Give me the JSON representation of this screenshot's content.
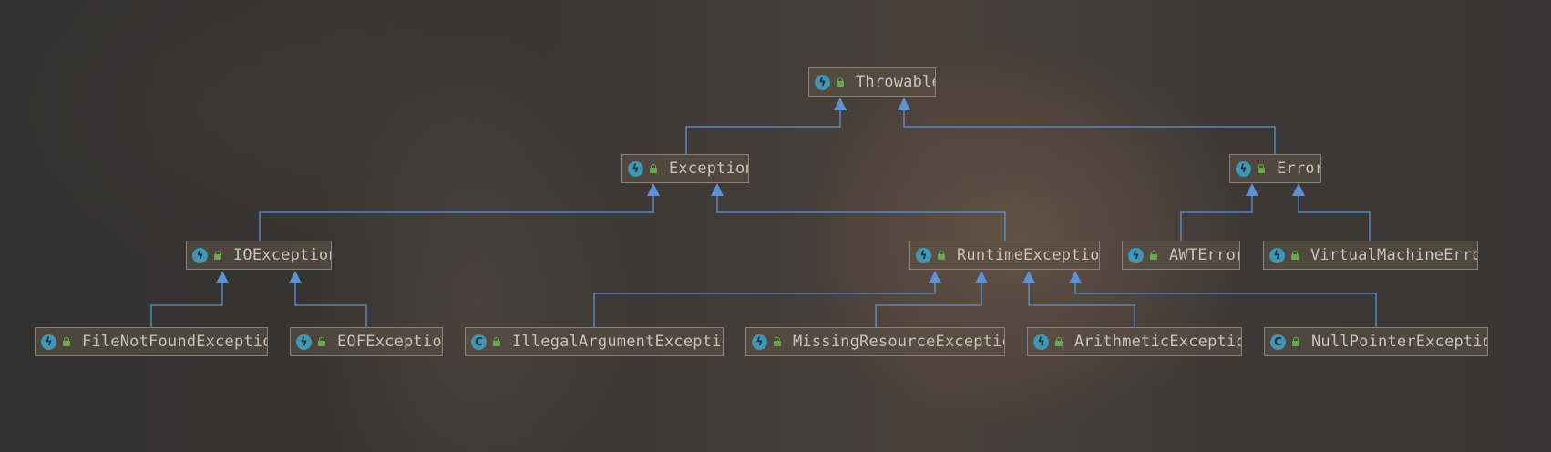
{
  "diagram": {
    "nodes": [
      {
        "id": "throwable",
        "label": "Throwable",
        "icon": "exception-class-icon",
        "glyph": "ϟ"
      },
      {
        "id": "exception",
        "label": "Exception",
        "icon": "exception-class-icon",
        "glyph": "ϟ"
      },
      {
        "id": "error",
        "label": "Error",
        "icon": "exception-class-icon",
        "glyph": "ϟ"
      },
      {
        "id": "ioexception",
        "label": "IOException",
        "icon": "exception-class-icon",
        "glyph": "ϟ"
      },
      {
        "id": "runtimeexception",
        "label": "RuntimeExceptior",
        "icon": "exception-class-icon",
        "glyph": "ϟ"
      },
      {
        "id": "awterror",
        "label": "AWTError",
        "icon": "exception-class-icon",
        "glyph": "ϟ"
      },
      {
        "id": "virtualmachineerror",
        "label": "VirtualMachineError",
        "icon": "abstract-exception-class-icon",
        "glyph": "ϟ"
      },
      {
        "id": "filenotfoundexception",
        "label": "FileNotFoundExceptior",
        "icon": "exception-class-icon",
        "glyph": "ϟ"
      },
      {
        "id": "eofexception",
        "label": "EOFExceptior",
        "icon": "exception-class-icon",
        "glyph": "ϟ"
      },
      {
        "id": "illegalargumentexception",
        "label": "IllegalArgumentExceptior",
        "icon": "class-icon",
        "glyph": "C"
      },
      {
        "id": "missingresourceexception",
        "label": "MissingResourceExceptior",
        "icon": "exception-class-icon",
        "glyph": "ϟ"
      },
      {
        "id": "arithmeticexception",
        "label": "ArithmeticExceptior",
        "icon": "exception-class-icon",
        "glyph": "ϟ"
      },
      {
        "id": "nullpointerexception",
        "label": "NullPointerExceptior",
        "icon": "class-icon",
        "glyph": "C"
      }
    ],
    "edges": [
      {
        "from": "exception",
        "to": "throwable"
      },
      {
        "from": "error",
        "to": "throwable"
      },
      {
        "from": "ioexception",
        "to": "exception"
      },
      {
        "from": "runtimeexception",
        "to": "exception"
      },
      {
        "from": "awterror",
        "to": "error"
      },
      {
        "from": "virtualmachineerror",
        "to": "error"
      },
      {
        "from": "filenotfoundexception",
        "to": "ioexception"
      },
      {
        "from": "eofexception",
        "to": "ioexception"
      },
      {
        "from": "illegalargumentexception",
        "to": "runtimeexception"
      },
      {
        "from": "missingresourceexception",
        "to": "runtimeexception"
      },
      {
        "from": "arithmeticexception",
        "to": "runtimeexception"
      },
      {
        "from": "nullpointerexception",
        "to": "runtimeexception"
      }
    ],
    "colors": {
      "edge": "#5b93d6",
      "node_border": "#8a8178",
      "label": "#c9c2b8",
      "class_icon": "#3f97b5",
      "visibility_icon": "#6aa84f"
    }
  }
}
